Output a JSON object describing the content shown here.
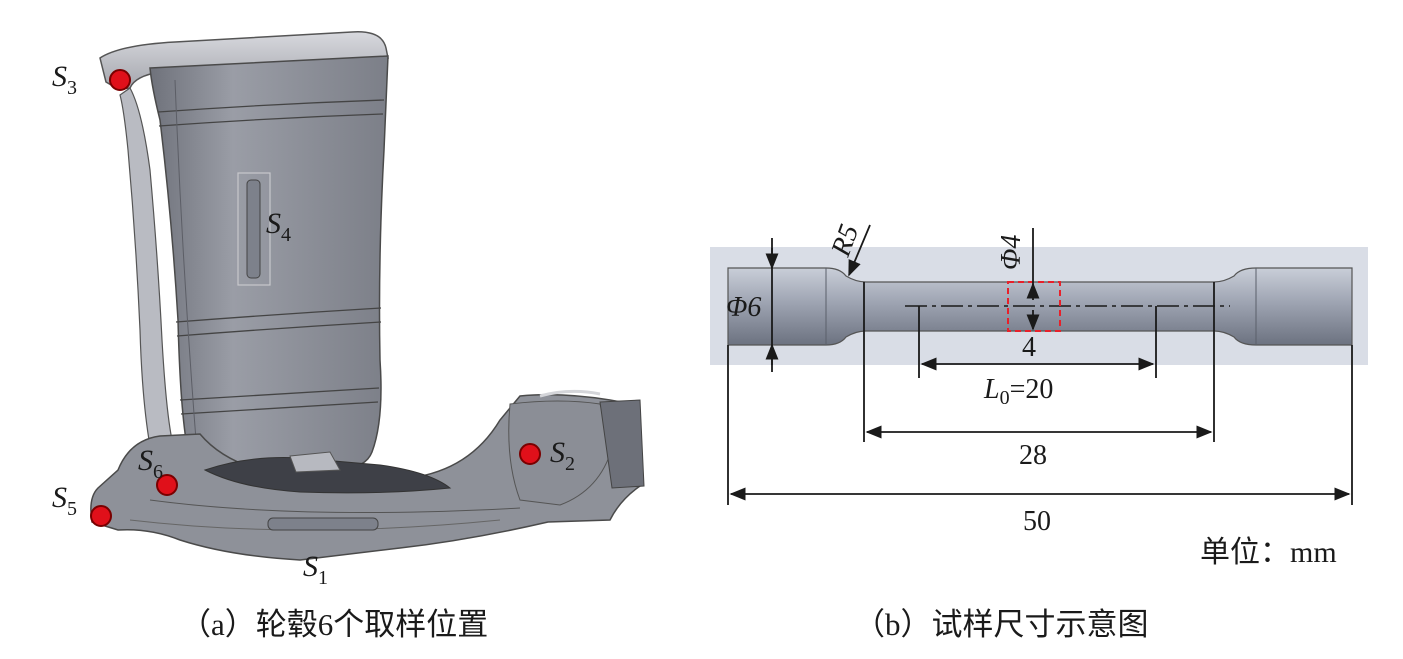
{
  "panel_a": {
    "caption": "（a）轮毂6个取样位置",
    "points": [
      {
        "name": "S",
        "sub": "3"
      },
      {
        "name": "S",
        "sub": "4"
      },
      {
        "name": "S",
        "sub": "6"
      },
      {
        "name": "S",
        "sub": "2"
      },
      {
        "name": "S",
        "sub": "5"
      },
      {
        "name": "S",
        "sub": "1"
      }
    ]
  },
  "panel_b": {
    "caption": "（b）试样尺寸示意图",
    "unit_label": "单位：mm",
    "radius_label": "R5",
    "outer_diameter": "Φ6",
    "inner_diameter": "Φ4",
    "box_width": "4",
    "gauge_length": {
      "main": "L",
      "sub": "0",
      "value": "=20"
    },
    "reduced_length": "28",
    "total_length": "50"
  },
  "colors": {
    "marker": "#e0101a",
    "hub_body": "#8a8d96",
    "specimen": "#a8adb9",
    "highlight_box": "#e8202a",
    "background_band": "#d9dde6"
  }
}
